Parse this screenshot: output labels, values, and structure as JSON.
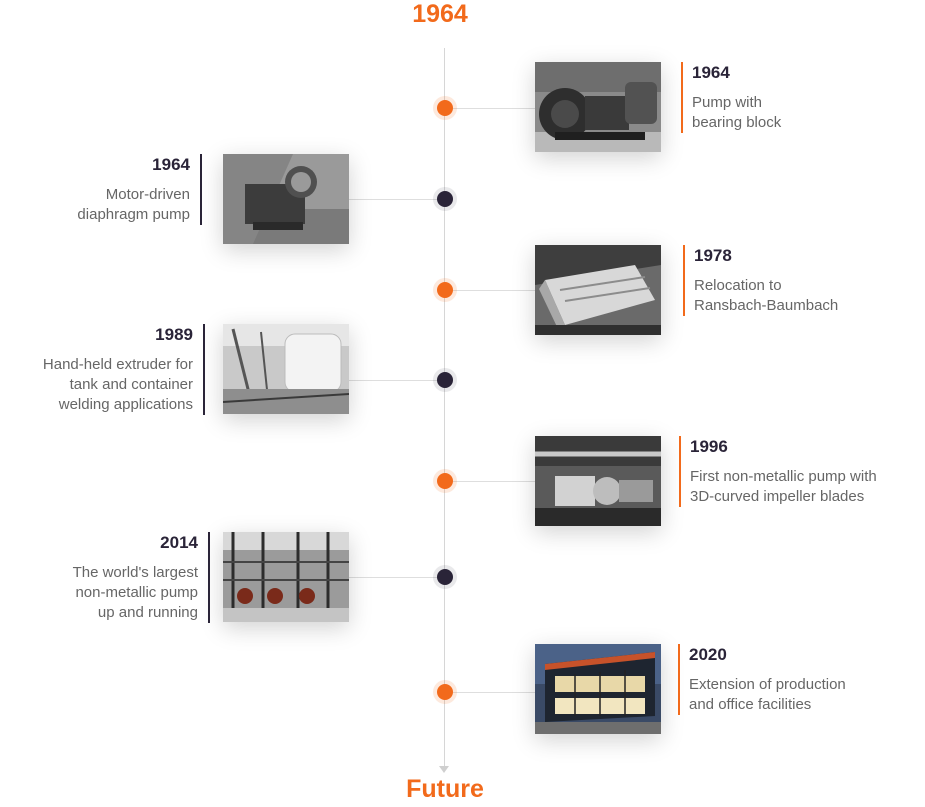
{
  "timeline": {
    "start_label": "1964",
    "end_label": "Future",
    "accent_color": "#f26a1b",
    "dark_color": "#2a2438"
  },
  "events": [
    {
      "year": "1964",
      "text": "Pump with\nbearing block",
      "side": "right",
      "image": "pump-with-bearing-block-photo"
    },
    {
      "year": "1964",
      "text": "Motor-driven\ndiaphragm pump",
      "side": "left",
      "image": "diaphragm-pump-photo"
    },
    {
      "year": "1978",
      "text": "Relocation to\nRansbach-Baumbach",
      "side": "right",
      "image": "factory-aerial-photo"
    },
    {
      "year": "1989",
      "text": "Hand-held extruder for\ntank and container\nwelding applications",
      "side": "left",
      "image": "extruder-tank-photo"
    },
    {
      "year": "1996",
      "text": "First non-metallic pump with\n3D-curved impeller blades",
      "side": "right",
      "image": "industrial-pumps-photo"
    },
    {
      "year": "2014",
      "text": "The world's largest\nnon-metallic pump\nup and running",
      "side": "left",
      "image": "large-pump-plant-photo"
    },
    {
      "year": "2020",
      "text": "Extension of production\nand office facilities",
      "side": "right",
      "image": "office-building-photo"
    }
  ]
}
